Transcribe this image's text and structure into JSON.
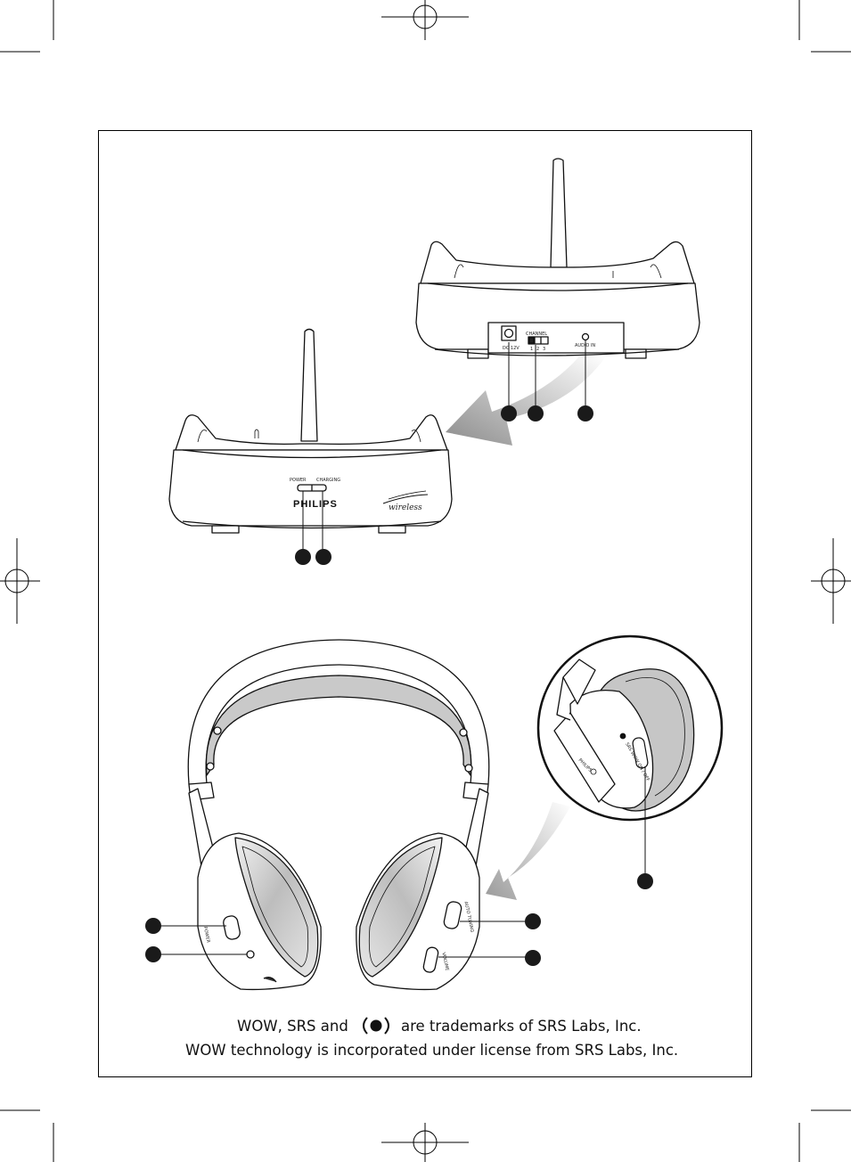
{
  "base_front": {
    "label_power": "POWER",
    "label_charging": "CHARGING",
    "brand": "PHILIPS",
    "wireless_logo": "wireless"
  },
  "base_back": {
    "label_dc": "DC 12V",
    "label_channel": "CHANNEL",
    "channel_numbers": [
      "1",
      "2",
      "3"
    ],
    "label_audio_in": "AUDIO IN"
  },
  "headphone": {
    "label_power": "POWER",
    "label_auto_tuning": "AUTO TUNING",
    "label_volume": "VOLUME",
    "detail_label_brand": "PHILIPS",
    "detail_label_switch": "SRS WOW ON / OFF"
  },
  "callout_markers": {
    "count": 10,
    "color": "#1a1a1a"
  },
  "footer": {
    "line1_before": "WOW, SRS and",
    "line1_after": "are trademarks of SRS Labs, Inc.",
    "line2": "WOW technology is incorporated under license from SRS Labs, Inc."
  }
}
